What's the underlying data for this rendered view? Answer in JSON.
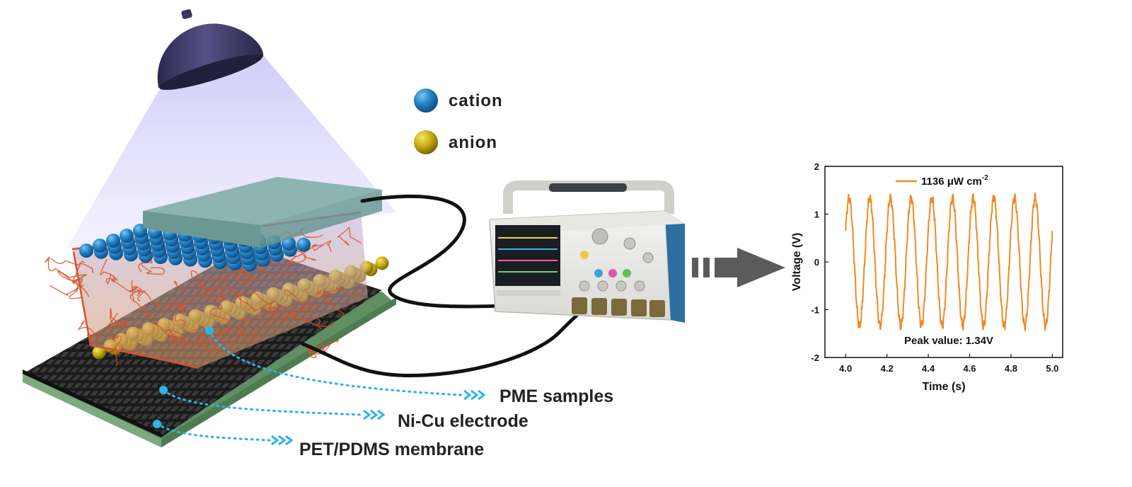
{
  "legend": {
    "cation": {
      "label": "cation",
      "color": "#1f7fc4"
    },
    "anion": {
      "label": "anion",
      "color": "#d1b317"
    }
  },
  "callouts": [
    {
      "label": "PME samples"
    },
    {
      "label": "Ni-Cu electrode"
    },
    {
      "label": "PET/PDMS membrane"
    }
  ],
  "colors": {
    "lamp": "#3f3a66",
    "light": "#c9c4f7",
    "net": "#d5532e",
    "callout": "#2fb4e6",
    "wire": "#111111",
    "arrow": "#5b5b5b",
    "signal": "#ef8a26",
    "electrode": "#222222",
    "membrane": "#6f9e72"
  },
  "chart_data": {
    "type": "line",
    "xlabel": "Time (s)",
    "ylabel": "Voltage (V)",
    "xlim": [
      3.9,
      5.05
    ],
    "ylim": [
      -2,
      2
    ],
    "xticks": [
      "4.0",
      "4.2",
      "4.4",
      "4.6",
      "4.8",
      "5.0"
    ],
    "yticks": [
      "2",
      "1",
      "0",
      "-1",
      "-2"
    ],
    "xtick_values": [
      4.0,
      4.2,
      4.4,
      4.6,
      4.8,
      5.0
    ],
    "ytick_values": [
      2,
      1,
      0,
      -1,
      -2
    ],
    "series": [
      {
        "name": "1136 μW cm⁻²",
        "name_base": "1136 μW cm",
        "name_sup": "-2",
        "color": "#ef8a26",
        "x_start": 4.0,
        "x_end": 5.0,
        "frequency_hz": 10,
        "amplitude_v": 1.34,
        "start_v": 0.65
      }
    ],
    "annotations": [
      {
        "text": "Peak value: 1.34V"
      }
    ],
    "legend_position": "top"
  }
}
